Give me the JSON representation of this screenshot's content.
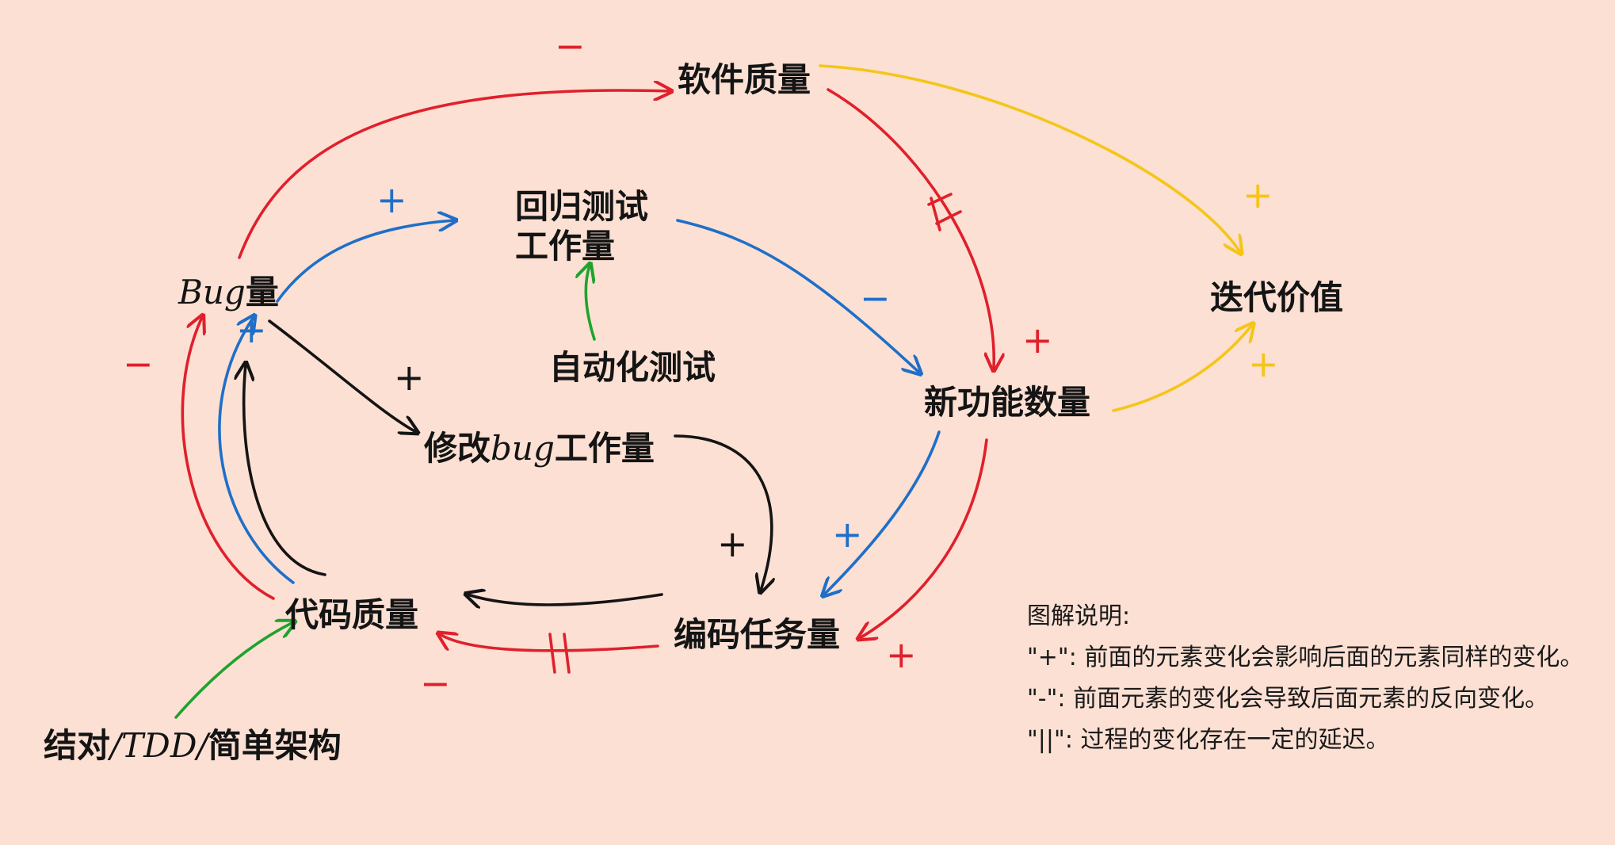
{
  "nodes": {
    "software_quality": "软件质量",
    "regression_workload_line1": "回归测试",
    "regression_workload_line2": "工作量",
    "bug_count_prefix": "Bug",
    "bug_count_suffix": "量",
    "automated_testing": "自动化测试",
    "fix_bug_workload_prefix": "修改",
    "fix_bug_workload_hand": "bug",
    "fix_bug_workload_suffix": "工作量",
    "new_feature_count": "新功能数量",
    "iteration_value": "迭代价值",
    "coding_task_count": "编码任务量",
    "code_quality": "代码质量",
    "practices_part1": "结对",
    "practices_sep1": "/",
    "practices_hand": "TDD",
    "practices_sep2": "/",
    "practices_part2": "简单架构"
  },
  "signs": {
    "bug_to_software_quality": "−",
    "bug_to_regression": "+",
    "regression_to_new_feature": "−",
    "software_quality_delay": "||",
    "software_quality_to_new_feature": "+",
    "software_quality_to_value": "+",
    "new_feature_to_value": "+",
    "bug_to_fix_workload": "+",
    "fix_workload_to_coding": "+",
    "new_feature_to_coding_blue": "+",
    "new_feature_to_coding_red": "+",
    "coding_to_code_quality_delay": "||",
    "coding_to_code_quality": "−",
    "code_quality_to_bug_red": "−",
    "code_quality_to_bug_blue": "+"
  },
  "legend": {
    "title": "图解说明:",
    "plus_line": "\"+\": 前面的元素变化会影响后面的元素同样的变化。",
    "minus_line": "\"-\": 前面元素的变化会导致后面元素的反向变化。",
    "delay_line": "\"||\": 过程的变化存在一定的延迟。"
  },
  "colors": {
    "background": "#fce0d3",
    "red": "#e0202c",
    "blue": "#1f6fc9",
    "yellow": "#f5c518",
    "green": "#1fa32e",
    "black": "#141414"
  }
}
